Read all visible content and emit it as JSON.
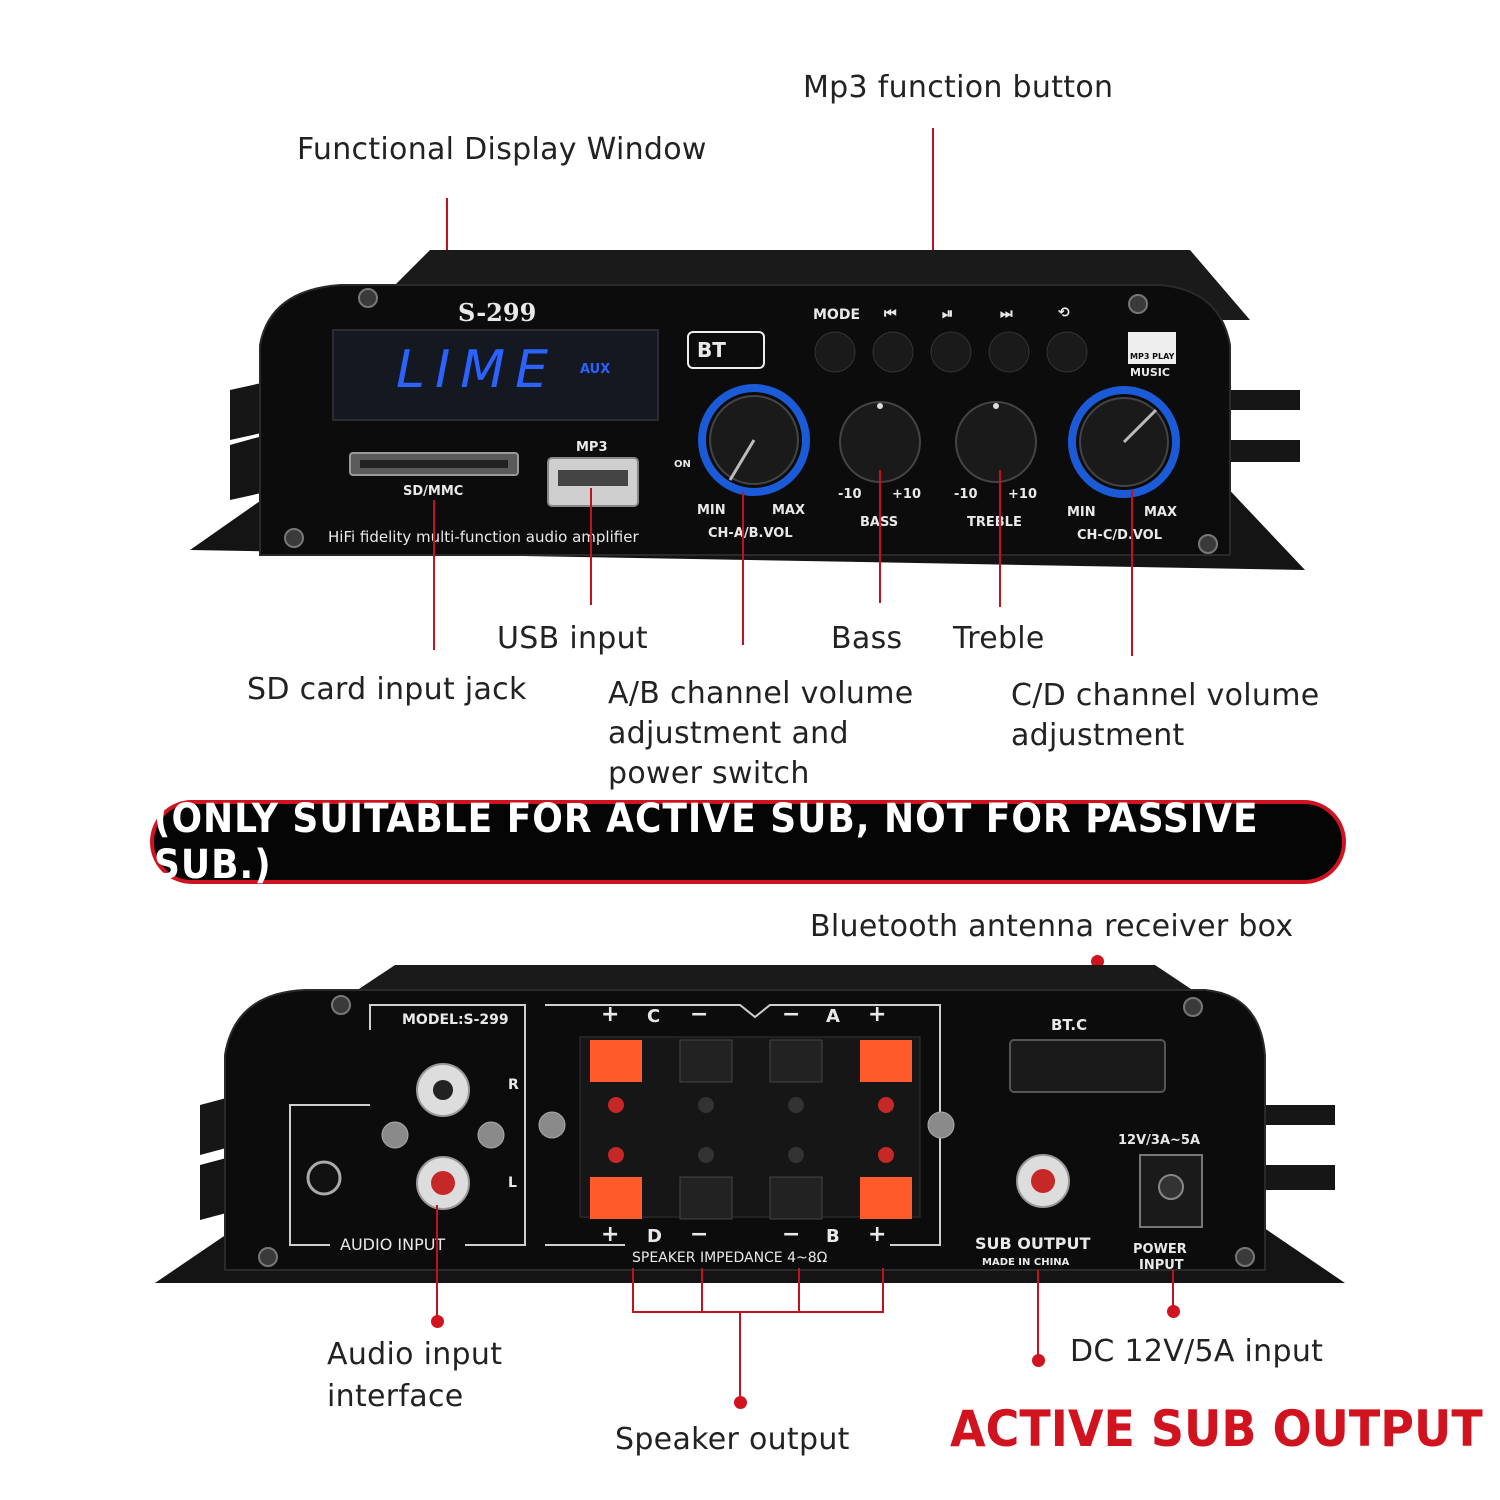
{
  "callouts": {
    "mp3_function_button": "Mp3 function button",
    "functional_display_window": "Functional Display Window",
    "usb_input": "USB input",
    "bass": "Bass",
    "treble": "Treble",
    "sd_card_input_jack": "SD card input jack",
    "ab_volume": "A/B channel volume adjustment and power switch",
    "cd_volume": "C/D channel volume adjustment",
    "bluetooth_box": "Bluetooth antenna receiver box",
    "audio_input_interface": "Audio input interface",
    "dc_input": "DC 12V/5A input",
    "speaker_output": "Speaker output"
  },
  "banner": "(ONLY SUITABLE FOR ACTIVE SUB, NOT FOR PASSIVE SUB.)",
  "active_sub_output": "ACTIVE SUB OUTPUT",
  "front_panel": {
    "model": "S-299",
    "display_text": "LIME",
    "display_aux": "AUX",
    "bt_badge": "BT",
    "buttons": [
      "MODE",
      "⏮",
      "⏯",
      "⏭",
      "⟲"
    ],
    "mp3_play_logo": "MP3 PLAY",
    "music": "MUSIC",
    "sd_label": "SD/MMC",
    "usb_label": "MP3",
    "tagline": "HiFi fidelity multi-function audio amplifier",
    "knob_ab": {
      "on": "ON",
      "min": "MIN",
      "max": "MAX",
      "label": "CH-A/B.VOL"
    },
    "knob_bass": {
      "low": "-10",
      "high": "+10",
      "label": "BASS"
    },
    "knob_treble": {
      "low": "-10",
      "high": "+10",
      "label": "TREBLE"
    },
    "knob_cd": {
      "min": "MIN",
      "max": "MAX",
      "label": "CH-C/D.VOL"
    }
  },
  "rear_panel": {
    "model": "MODEL:S-299",
    "rca_r": "R",
    "rca_l": "L",
    "audio_input": "AUDIO INPUT",
    "plus": "+",
    "minus": "−",
    "ch_c": "C",
    "ch_a": "A",
    "ch_d": "D",
    "ch_b": "B",
    "impedance": "SPEAKER IMPEDANCE 4~8Ω",
    "btc": "BT.C",
    "sub_output": "SUB OUTPUT",
    "made_in": "MADE IN CHINA",
    "dc_rating": "12V/3A~5A",
    "power_input_1": "POWER",
    "power_input_2": "INPUT"
  }
}
